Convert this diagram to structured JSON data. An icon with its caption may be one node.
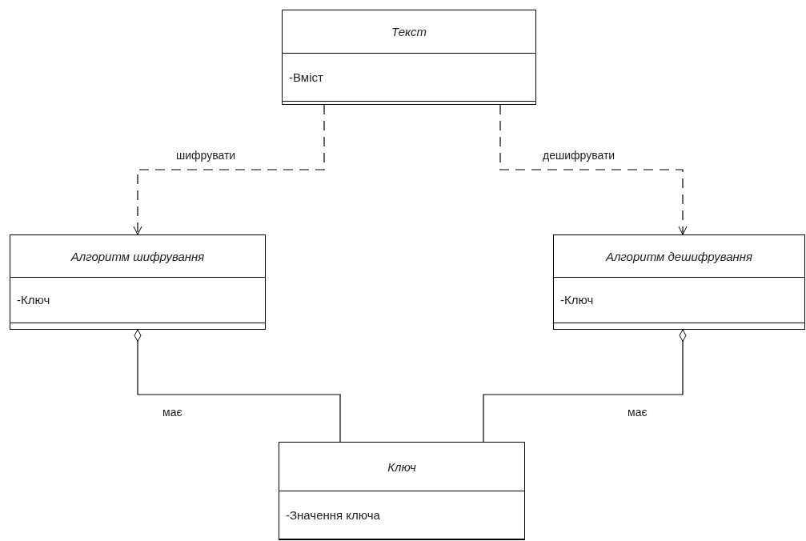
{
  "diagram": {
    "nodes": [
      {
        "text": [
          "Текст",
          "-Вміст"
        ]
      },
      {
        "text": [
          "Алгоритм шифрування",
          "-Ключ"
        ]
      },
      {
        "text": [
          "Алгоритм дешифрування",
          "-Ключ"
        ]
      },
      {
        "text": [
          "Ключ",
          "-Значення ключа"
        ]
      }
    ],
    "edges": [
      {
        "from": 0,
        "to": 1,
        "arrow": "to",
        "style": "dashed",
        "label": "шифрувати"
      },
      {
        "from": 0,
        "to": 2,
        "arrow": "to",
        "style": "dashed",
        "label": "дешифрувати"
      },
      {
        "from": 1,
        "to": 3,
        "arrow": "other",
        "label": "має"
      },
      {
        "from": 2,
        "to": 3,
        "arrow": "other",
        "label": "має"
      }
    ]
  }
}
